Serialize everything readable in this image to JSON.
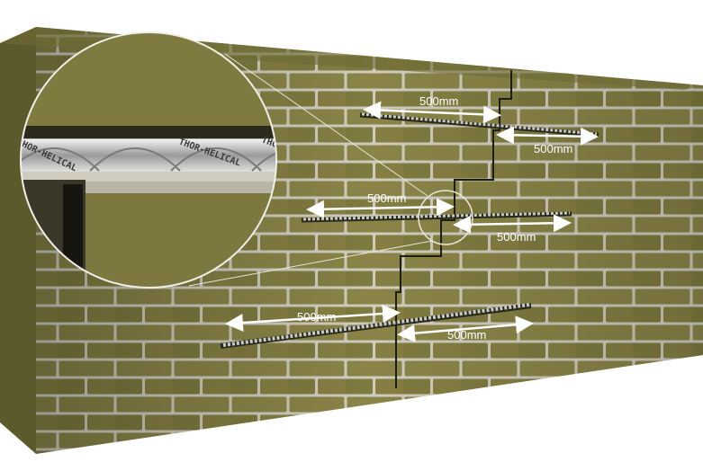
{
  "diagram": {
    "dimension_labels": [
      "500mm",
      "500mm",
      "500mm",
      "500mm",
      "500mm",
      "500mm"
    ],
    "brand_text": [
      "THOR-HELICAL",
      "THOR-HELICAL",
      "THOR-HELICAL"
    ]
  },
  "colors": {
    "brick": "#8a8448",
    "brick_dark": "#6e6a36",
    "mortar": "#d9d6c9",
    "wall_side": "#5c5a2c",
    "bar": "#c8c8c8",
    "arrow": "#ffffff"
  }
}
